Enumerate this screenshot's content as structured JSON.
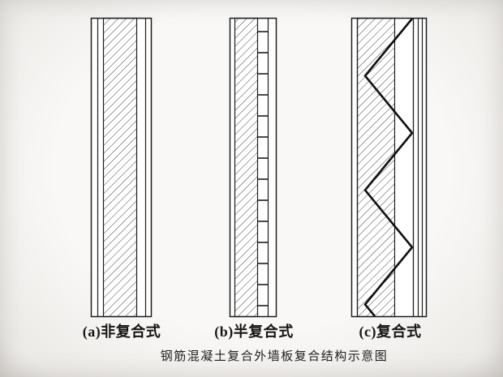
{
  "figure": {
    "labels": {
      "a": "(a)非复合式",
      "b": "(b)半复合式",
      "c": "(c)复合式"
    },
    "caption": "钢筋混凝土复合外墙板复合结构示意图",
    "colors": {
      "line": "#1d1d1d",
      "background": "#f2f1ee",
      "panel_fill": "#ffffff"
    }
  }
}
